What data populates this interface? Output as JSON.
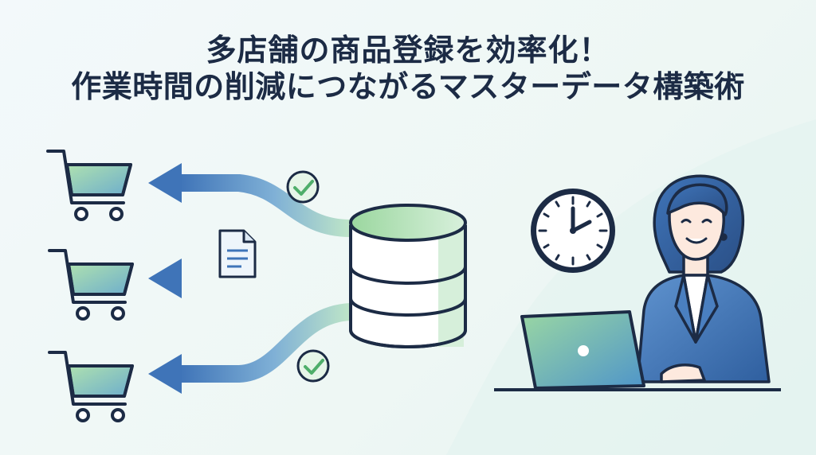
{
  "headline": {
    "line1": "多店舗の商品登録を効率化！",
    "line2": "作業時間の削減につながるマスターデータ構築術"
  },
  "colors": {
    "navy": "#1c2b45",
    "blue": "#3f74b8",
    "green": "#9ad7a3",
    "teal_green": "#7cc7a0",
    "background": "#f1f8f7"
  },
  "icons": [
    "shopping-cart-icon",
    "arrow-left-icon",
    "database-icon",
    "document-icon",
    "check-circle-icon",
    "clock-icon",
    "laptop-icon",
    "businesswoman-illustration"
  ]
}
